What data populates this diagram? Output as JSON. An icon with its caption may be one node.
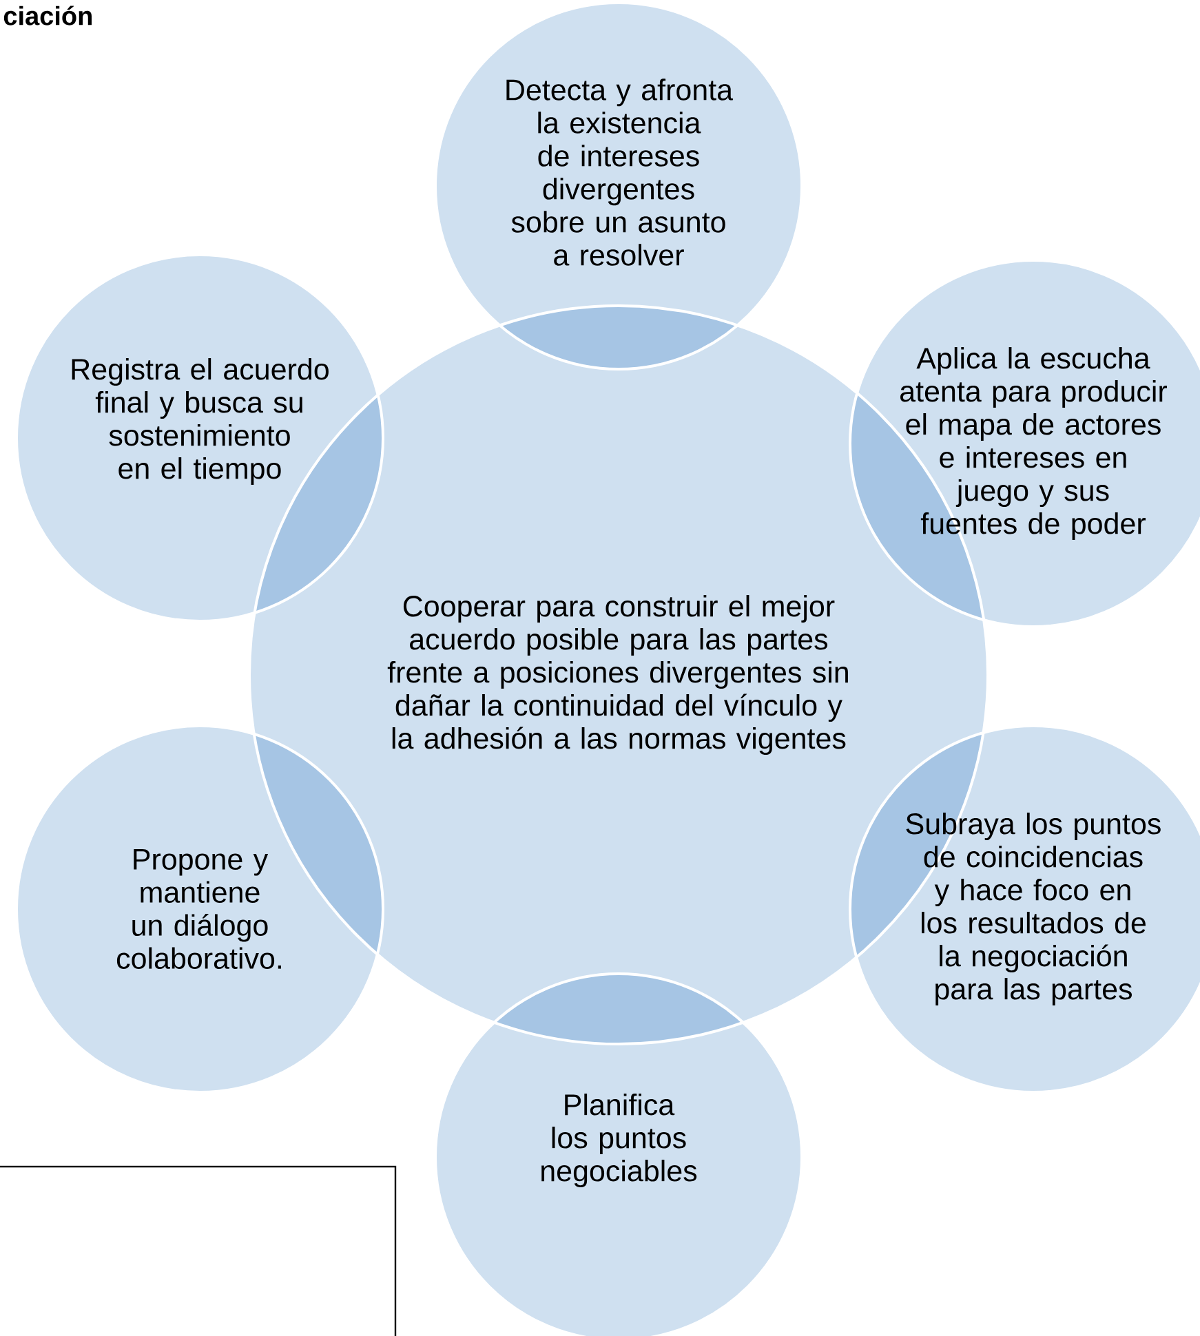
{
  "diagram": {
    "title": "ciación",
    "nodes": [
      {
        "text": [
          "Cooperar para construir el mejor acuerdo posible para las partes frente a posiciones divergentes sin dañar la continuidad del vínculo y la adhesión a las normas vigentes"
        ]
      },
      {
        "text": [
          "Detecta y afronta la existencia de intereses divergentes sobre un asunto a resolver"
        ]
      },
      {
        "text": [
          "Aplica la escucha atenta para producir el mapa de actores e intereses en juego y sus fuentes de poder"
        ]
      },
      {
        "text": [
          "Subraya los puntos de coincidencias y hace foco en los resultados de la negociación para las partes"
        ]
      },
      {
        "text": [
          "Planifica los puntos negociables"
        ]
      },
      {
        "text": [
          "Propone y mantiene un diálogo colaborativo."
        ]
      },
      {
        "text": [
          "Registra el acuerdo final y busca su sostenimiento en el tiempo"
        ]
      }
    ]
  }
}
